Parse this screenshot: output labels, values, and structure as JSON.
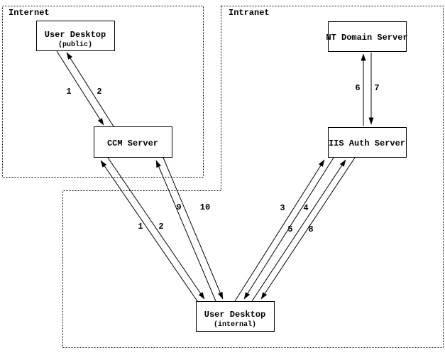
{
  "colors": {
    "ink": "#000000",
    "paper": "#ffffff"
  },
  "zones": {
    "internet": {
      "label": "Internet"
    },
    "intranet": {
      "label": "Intranet"
    }
  },
  "nodes": {
    "user_desktop_public": {
      "title": "User Desktop",
      "subtitle": "(public)"
    },
    "nt_domain_server": {
      "title": "NT Domain Server"
    },
    "ccm_server": {
      "title": "CCM Server"
    },
    "iis_auth_server": {
      "title": "IIS Auth Server"
    },
    "user_desktop_internal": {
      "title": "User Desktop",
      "subtitle": "(internal)"
    }
  },
  "edges": {
    "step1_public": {
      "label": "1",
      "from": "User Desktop (public)",
      "to": "CCM Server"
    },
    "step2_public": {
      "label": "2",
      "from": "CCM Server",
      "to": "User Desktop (public)"
    },
    "step1_internal": {
      "label": "1",
      "from": "User Desktop (internal)",
      "to": "CCM Server"
    },
    "step2_internal": {
      "label": "2",
      "from": "CCM Server",
      "to": "User Desktop (internal)"
    },
    "step3": {
      "label": "3",
      "from": "User Desktop (internal)",
      "to": "IIS Auth Server"
    },
    "step4": {
      "label": "4",
      "from": "IIS Auth Server",
      "to": "User Desktop (internal)"
    },
    "step5": {
      "label": "5",
      "from": "User Desktop (internal)",
      "to": "IIS Auth Server"
    },
    "step6": {
      "label": "6",
      "from": "IIS Auth Server",
      "to": "NT Domain Server"
    },
    "step7": {
      "label": "7",
      "from": "NT Domain Server",
      "to": "IIS Auth Server"
    },
    "step8": {
      "label": "8",
      "from": "IIS Auth Server",
      "to": "User Desktop (internal)"
    },
    "step9": {
      "label": "9",
      "from": "User Desktop (internal)",
      "to": "CCM Server"
    },
    "step10": {
      "label": "10",
      "from": "CCM Server",
      "to": "User Desktop (internal)"
    }
  }
}
